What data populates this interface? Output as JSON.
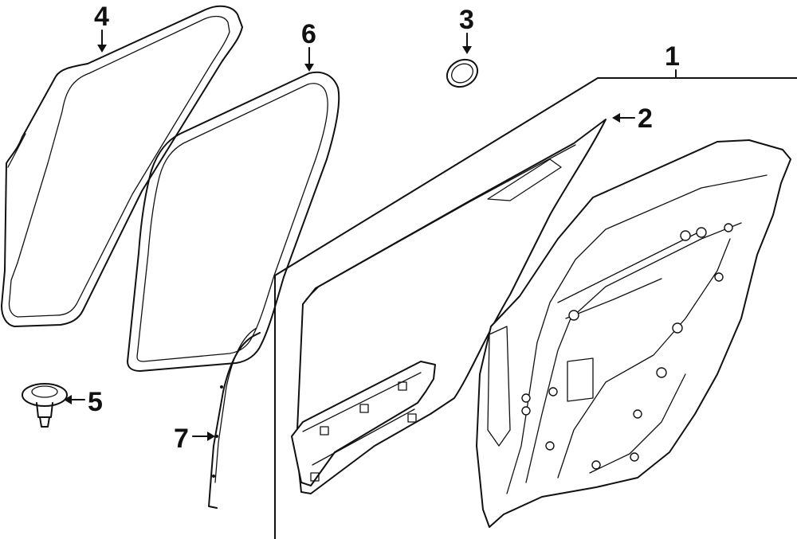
{
  "callouts": [
    {
      "id": "1",
      "text": "1",
      "part": "door-shell"
    },
    {
      "id": "2",
      "text": "2",
      "part": "outer-panel"
    },
    {
      "id": "3",
      "text": "3",
      "part": "plug"
    },
    {
      "id": "4",
      "text": "4",
      "part": "body-weatherstrip"
    },
    {
      "id": "5",
      "text": "5",
      "part": "clip"
    },
    {
      "id": "6",
      "text": "6",
      "part": "door-weatherstrip"
    },
    {
      "id": "7",
      "text": "7",
      "part": "channel-seal"
    }
  ],
  "colors": {
    "line": "#111111",
    "background": "#ffffff"
  }
}
